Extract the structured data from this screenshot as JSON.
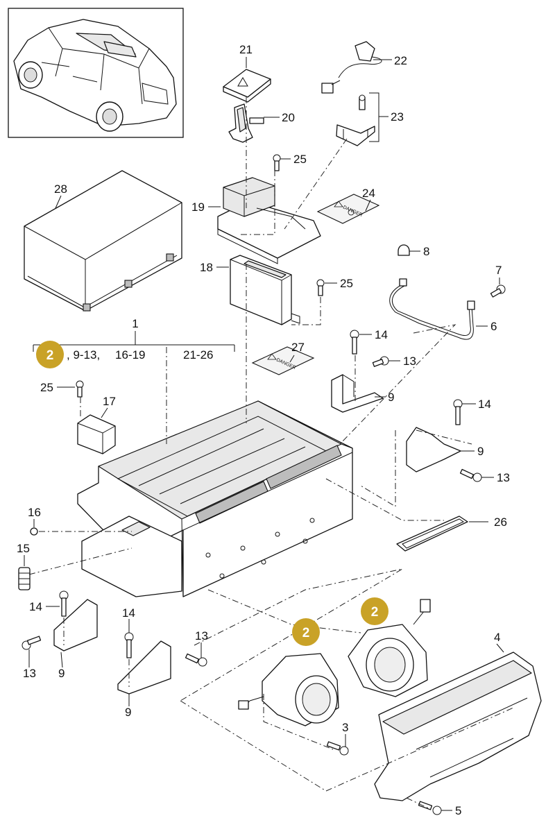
{
  "badge_color": "#c9a227",
  "badges": [
    {
      "id": "badge-group",
      "text": "2"
    },
    {
      "id": "badge-fan-a",
      "text": "2"
    },
    {
      "id": "badge-fan-b",
      "text": "2"
    }
  ],
  "group": {
    "number": "1",
    "ranges": [
      ", 9-13,",
      "16-19",
      "21-26"
    ]
  },
  "labels": {
    "l21": "21",
    "l22": "22",
    "l20": "20",
    "l23": "23",
    "l25a": "25",
    "l28": "28",
    "l19": "19",
    "l24": "24",
    "l8": "8",
    "l18": "18",
    "l25b": "25",
    "l7": "7",
    "l6": "6",
    "l14a": "14",
    "l13a": "13",
    "l27": "27",
    "l9a": "9",
    "l25c": "25",
    "l17": "17",
    "l14b": "14",
    "l9b": "9",
    "l13b": "13",
    "l16": "16",
    "l26": "26",
    "l15": "15",
    "l14c": "14",
    "l13c": "13",
    "l9c": "9",
    "l14d": "14",
    "l13d": "13",
    "l9d": "9",
    "l4": "4",
    "l3": "3",
    "l5": "5"
  },
  "warning_label": {
    "text": "DANGER"
  }
}
